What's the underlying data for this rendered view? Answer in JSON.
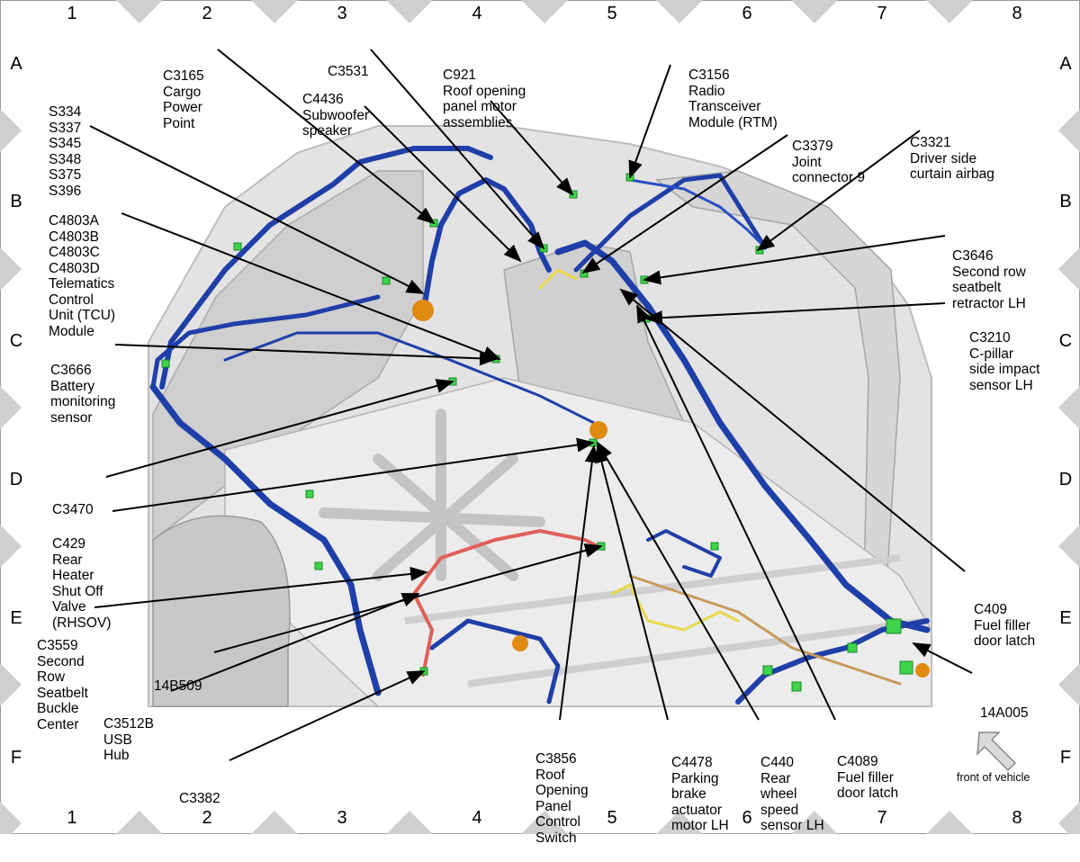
{
  "grid": {
    "columns": [
      "1",
      "2",
      "3",
      "4",
      "5",
      "6",
      "7",
      "8"
    ],
    "rows": [
      "A",
      "B",
      "C",
      "D",
      "E",
      "F"
    ]
  },
  "callouts": {
    "c3165": [
      "C3165",
      "Cargo",
      "Power",
      "Point"
    ],
    "c3531": [
      "C3531"
    ],
    "c4436": [
      "C4436",
      "Subwoofer",
      "speaker"
    ],
    "c921": [
      "C921",
      "Roof opening",
      "panel motor",
      "assemblies"
    ],
    "c3156": [
      "C3156",
      "Radio",
      "Transceiver",
      "Module (RTM)"
    ],
    "c3379": [
      "C3379",
      "Joint",
      "connector 9"
    ],
    "c3321": [
      "C3321",
      "Driver side",
      "curtain airbag"
    ],
    "splices": [
      "S334",
      "S337",
      "S345",
      "S348",
      "S375",
      "S396"
    ],
    "c4803": [
      "C4803A",
      "C4803B",
      "C4803C",
      "C4803D",
      "Telematics",
      "Control",
      "Unit (TCU)",
      "Module"
    ],
    "c3646": [
      "C3646",
      "Second row",
      "seatbelt",
      "retractor LH"
    ],
    "c3210": [
      "C3210",
      "C-pillar",
      "side impact",
      "sensor LH"
    ],
    "c3666": [
      "C3666",
      "Battery",
      "monitoring",
      "sensor"
    ],
    "c3470": [
      "C3470"
    ],
    "c429": [
      "C429",
      "Rear",
      "Heater",
      "Shut Off",
      "Valve",
      "(RHSOV)"
    ],
    "c409": [
      "C409",
      "Fuel filler",
      "door latch"
    ],
    "c3559": [
      "C3559",
      "Second",
      "Row",
      "Seatbelt",
      "Buckle",
      "Center"
    ],
    "h14b509": [
      "14B509"
    ],
    "c3512b": [
      "C3512B",
      "USB",
      "Hub"
    ],
    "h14a005": [
      "14A005"
    ],
    "c3382": [
      "C3382"
    ],
    "c3856": [
      "C3856",
      "Roof",
      "Opening",
      "Panel",
      "Control",
      "Switch"
    ],
    "c4478": [
      "C4478",
      "Parking",
      "brake",
      "actuator",
      "motor LH"
    ],
    "c440": [
      "C440",
      "Rear",
      "wheel",
      "speed",
      "sensor LH"
    ],
    "c4089": [
      "C4089",
      "Fuel filler",
      "door latch"
    ]
  },
  "orientation": {
    "label": "front of vehicle",
    "icon": "arrow-icon"
  },
  "colors": {
    "harness_blue": "#1f3fa8",
    "connector_green": "#3fd44a",
    "body_gray": "#d9d9d9",
    "harness_red": "#e0605a",
    "harness_yellow": "#e8d84a",
    "harness_tan": "#c89a5a",
    "bracket_orange": "#e08a10",
    "marker_gray": "#cfcfcf"
  }
}
